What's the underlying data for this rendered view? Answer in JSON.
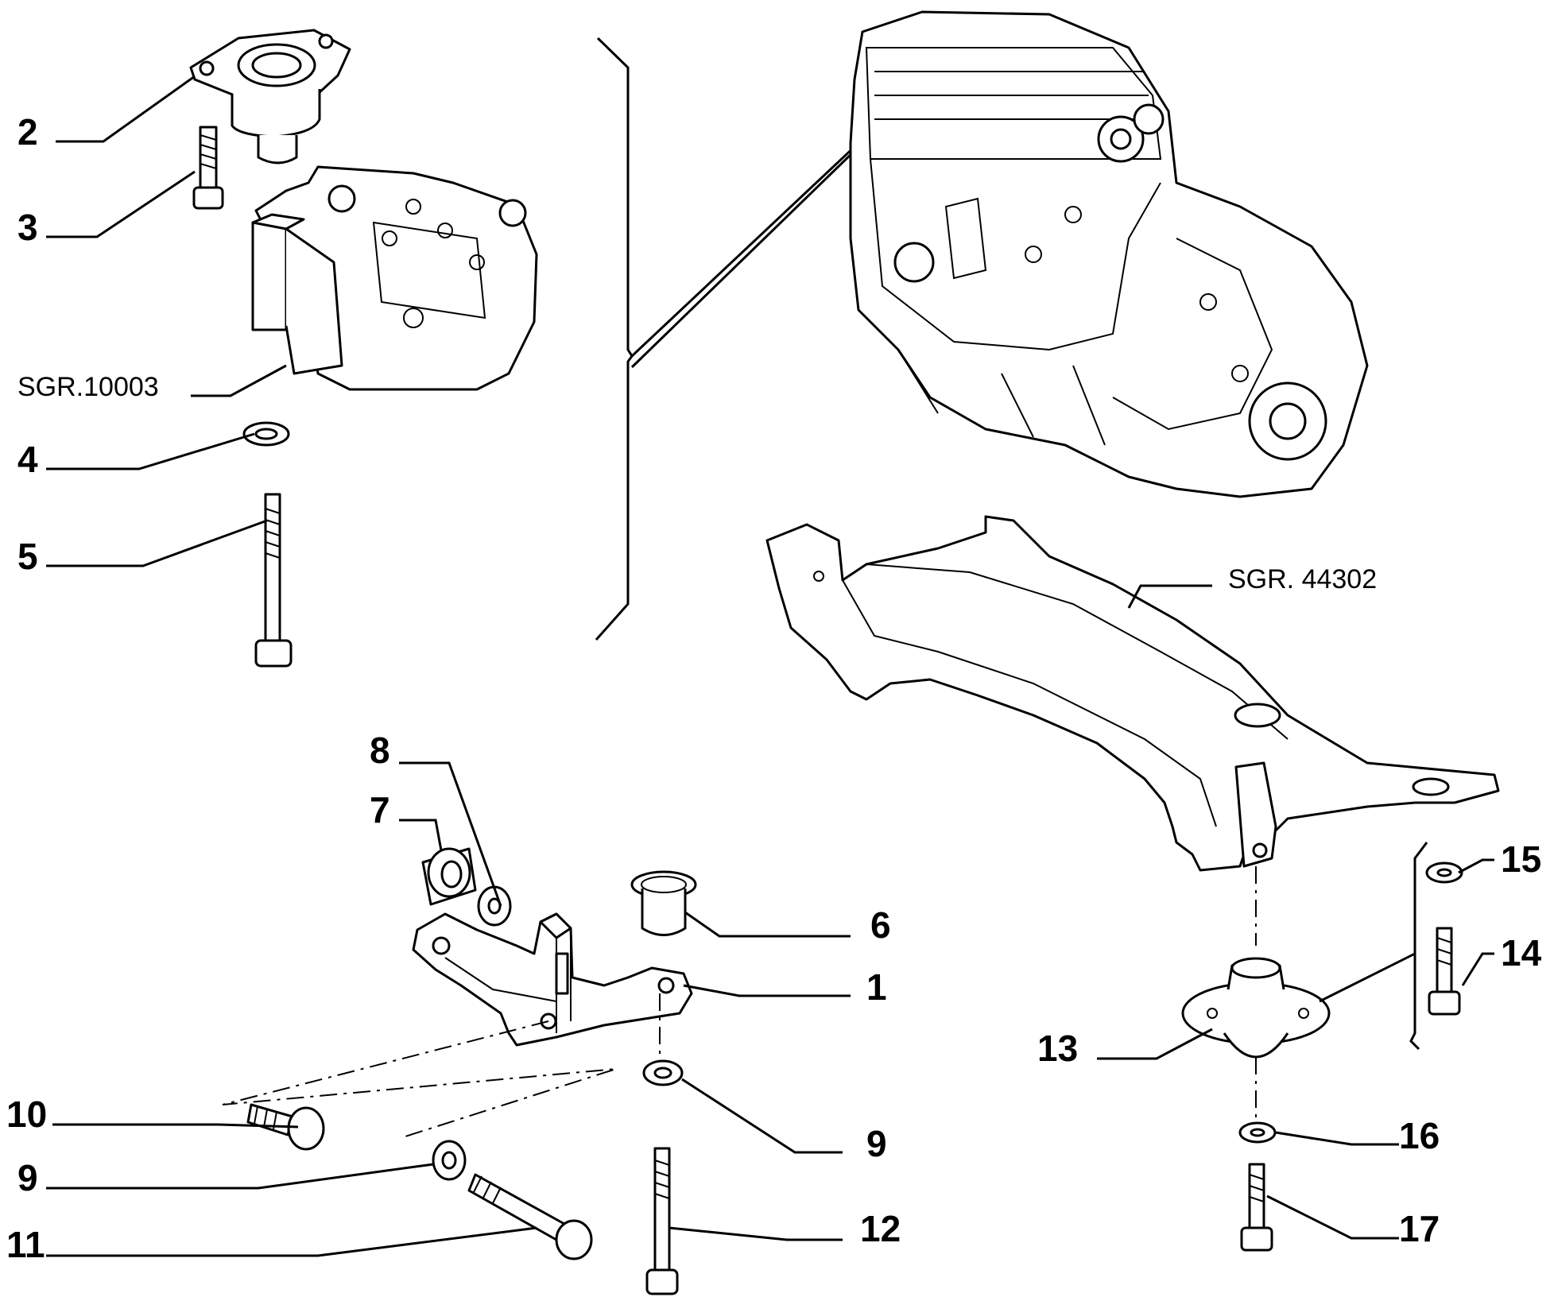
{
  "diagram": {
    "type": "exploded parts diagram",
    "callouts": [
      {
        "id": "c2",
        "text": "2"
      },
      {
        "id": "c3",
        "text": "3"
      },
      {
        "id": "c_sgr10003",
        "text": "SGR.10003"
      },
      {
        "id": "c4",
        "text": "4"
      },
      {
        "id": "c5",
        "text": "5"
      },
      {
        "id": "c_sgr44302",
        "text": "SGR. 44302"
      },
      {
        "id": "c8",
        "text": "8"
      },
      {
        "id": "c7",
        "text": "7"
      },
      {
        "id": "c6",
        "text": "6"
      },
      {
        "id": "c1",
        "text": "1"
      },
      {
        "id": "c15",
        "text": "15"
      },
      {
        "id": "c14",
        "text": "14"
      },
      {
        "id": "c13",
        "text": "13"
      },
      {
        "id": "c10",
        "text": "10"
      },
      {
        "id": "c9a",
        "text": "9"
      },
      {
        "id": "c9b",
        "text": "9"
      },
      {
        "id": "c11",
        "text": "11"
      },
      {
        "id": "c12",
        "text": "12"
      },
      {
        "id": "c16",
        "text": "16"
      },
      {
        "id": "c17",
        "text": "17"
      }
    ]
  }
}
